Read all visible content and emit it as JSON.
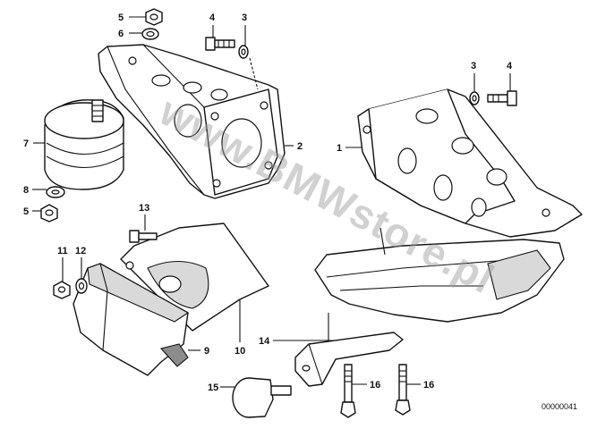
{
  "callouts": [
    {
      "id": "c5a",
      "label": "5"
    },
    {
      "id": "c6",
      "label": "6"
    },
    {
      "id": "c4a",
      "label": "4"
    },
    {
      "id": "c3a",
      "label": "3"
    },
    {
      "id": "c3b",
      "label": "3"
    },
    {
      "id": "c4b",
      "label": "4"
    },
    {
      "id": "c7",
      "label": "7"
    },
    {
      "id": "c2",
      "label": "2"
    },
    {
      "id": "c1",
      "label": "1"
    },
    {
      "id": "c8",
      "label": "8"
    },
    {
      "id": "c5b",
      "label": "5"
    },
    {
      "id": "c13",
      "label": "13"
    },
    {
      "id": "c11",
      "label": "11"
    },
    {
      "id": "c12",
      "label": "12"
    },
    {
      "id": "c9",
      "label": "9"
    },
    {
      "id": "c10",
      "label": "10"
    },
    {
      "id": "c14",
      "label": "14"
    },
    {
      "id": "c15",
      "label": "15"
    },
    {
      "id": "c16a",
      "label": "16"
    },
    {
      "id": "c16b",
      "label": "16"
    }
  ],
  "drawing_number": "00000041",
  "watermark": "www.BMWstore.pl"
}
